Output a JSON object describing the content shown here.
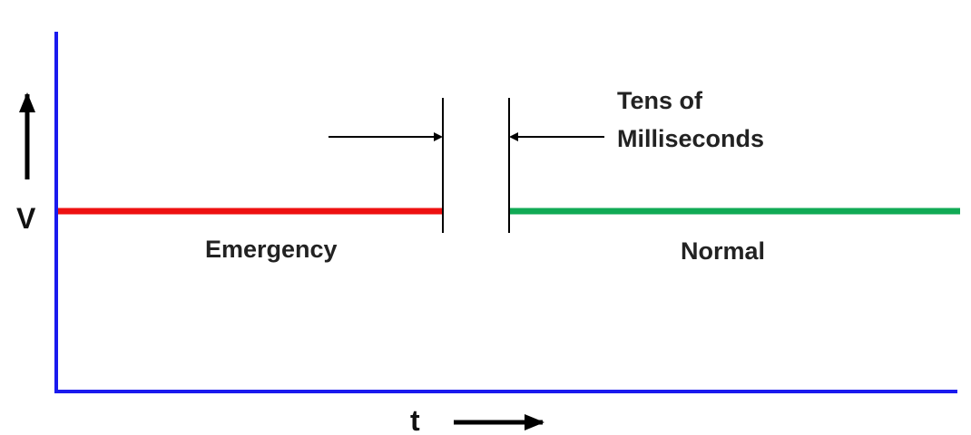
{
  "axes": {
    "y_label": "V",
    "x_label": "t",
    "color": "#1a1aee"
  },
  "segments": {
    "emergency": {
      "label": "Emergency",
      "color": "#ee1111"
    },
    "normal": {
      "label": "Normal",
      "color": "#11aa55"
    }
  },
  "gap": {
    "label_line1": "Tens of",
    "label_line2": "Milliseconds"
  }
}
